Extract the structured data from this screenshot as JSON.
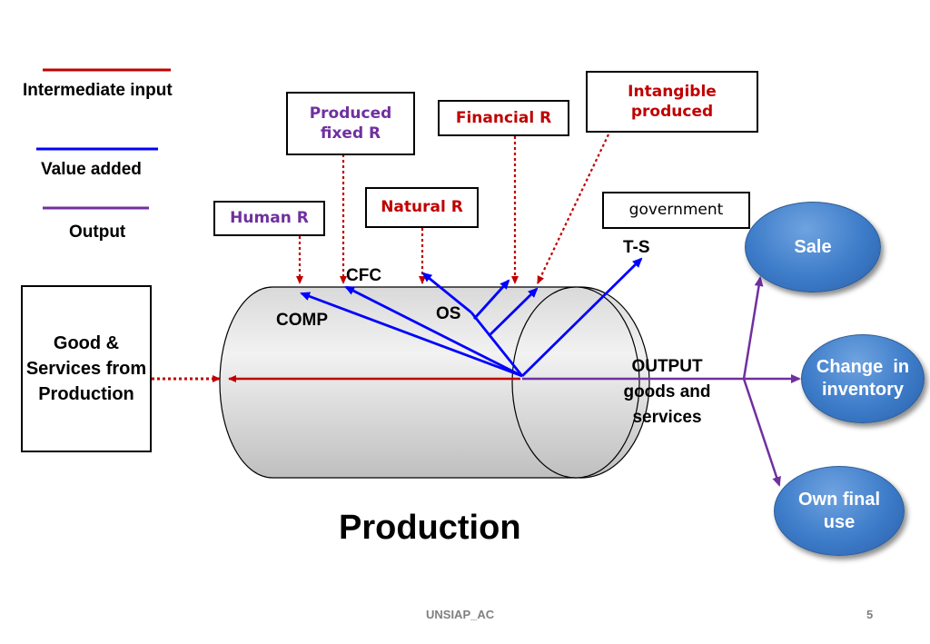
{
  "legend": {
    "intermediate_input": "Intermediate input",
    "value_added": "Value added",
    "output": "Output"
  },
  "boxes": {
    "source": "Good & Services from Production",
    "human_r": "Human R",
    "produced_fixed_r": "Produced fixed R",
    "natural_r": "Natural R",
    "financial_r": "Financial R",
    "intangible_produced": "Intangible produced",
    "government": "government"
  },
  "labels": {
    "cfc": "CFC",
    "comp": "COMP",
    "os": "OS",
    "ts": "T-S",
    "output": "OUTPUT goods and services"
  },
  "destinations": {
    "sale": "Sale",
    "change_inventory": "Change  in inventory",
    "own_final_use": "Own final use"
  },
  "title": "Production",
  "footer": {
    "org": "UNSIAP_AC",
    "page": "5"
  },
  "colors": {
    "intermediate": "#c00000",
    "value_added": "#0000ff",
    "output": "#7030a0",
    "human_r_text": "#7030a0",
    "produced_text": "#7030a0",
    "red_text": "#c00000",
    "oval_fill": "#3d7cc9"
  }
}
